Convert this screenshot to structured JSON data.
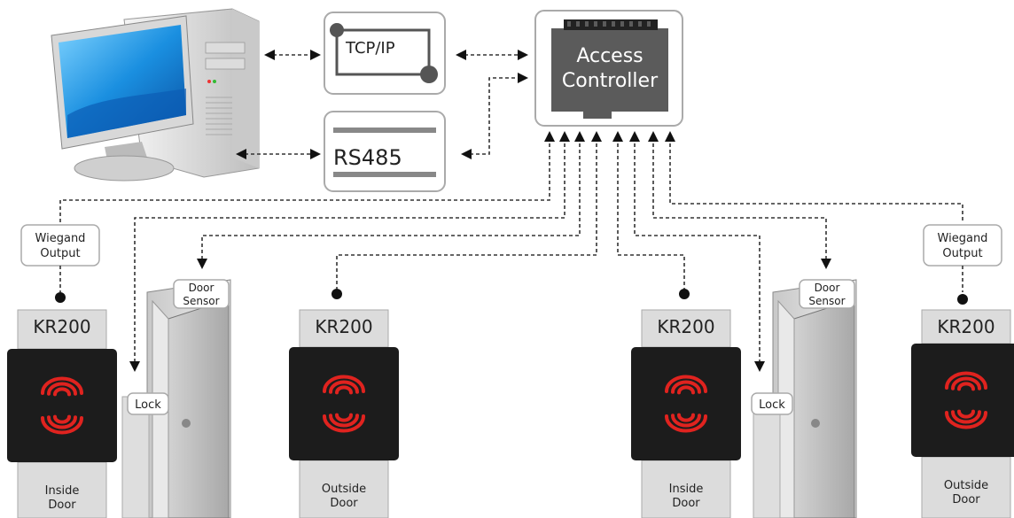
{
  "modules": {
    "tcpip": "TCP/IP",
    "rs485": "RS485"
  },
  "controller": {
    "line1": "Access",
    "line2": "Controller"
  },
  "labels": {
    "wiegand_line1": "Wiegand",
    "wiegand_line2": "Output",
    "door_sensor_line1": "Door",
    "door_sensor_line2": "Sensor",
    "lock": "Lock",
    "reader_model": "KR200",
    "inside_line1": "Inside",
    "inside_line2": "Door",
    "outside_line1": "Outside",
    "outside_line2": "Door"
  },
  "colors": {
    "reader_body": "#1c1c1c",
    "rfid_waves": "#e0231f",
    "controller_body": "#555555",
    "door": "#b8b8b8"
  }
}
